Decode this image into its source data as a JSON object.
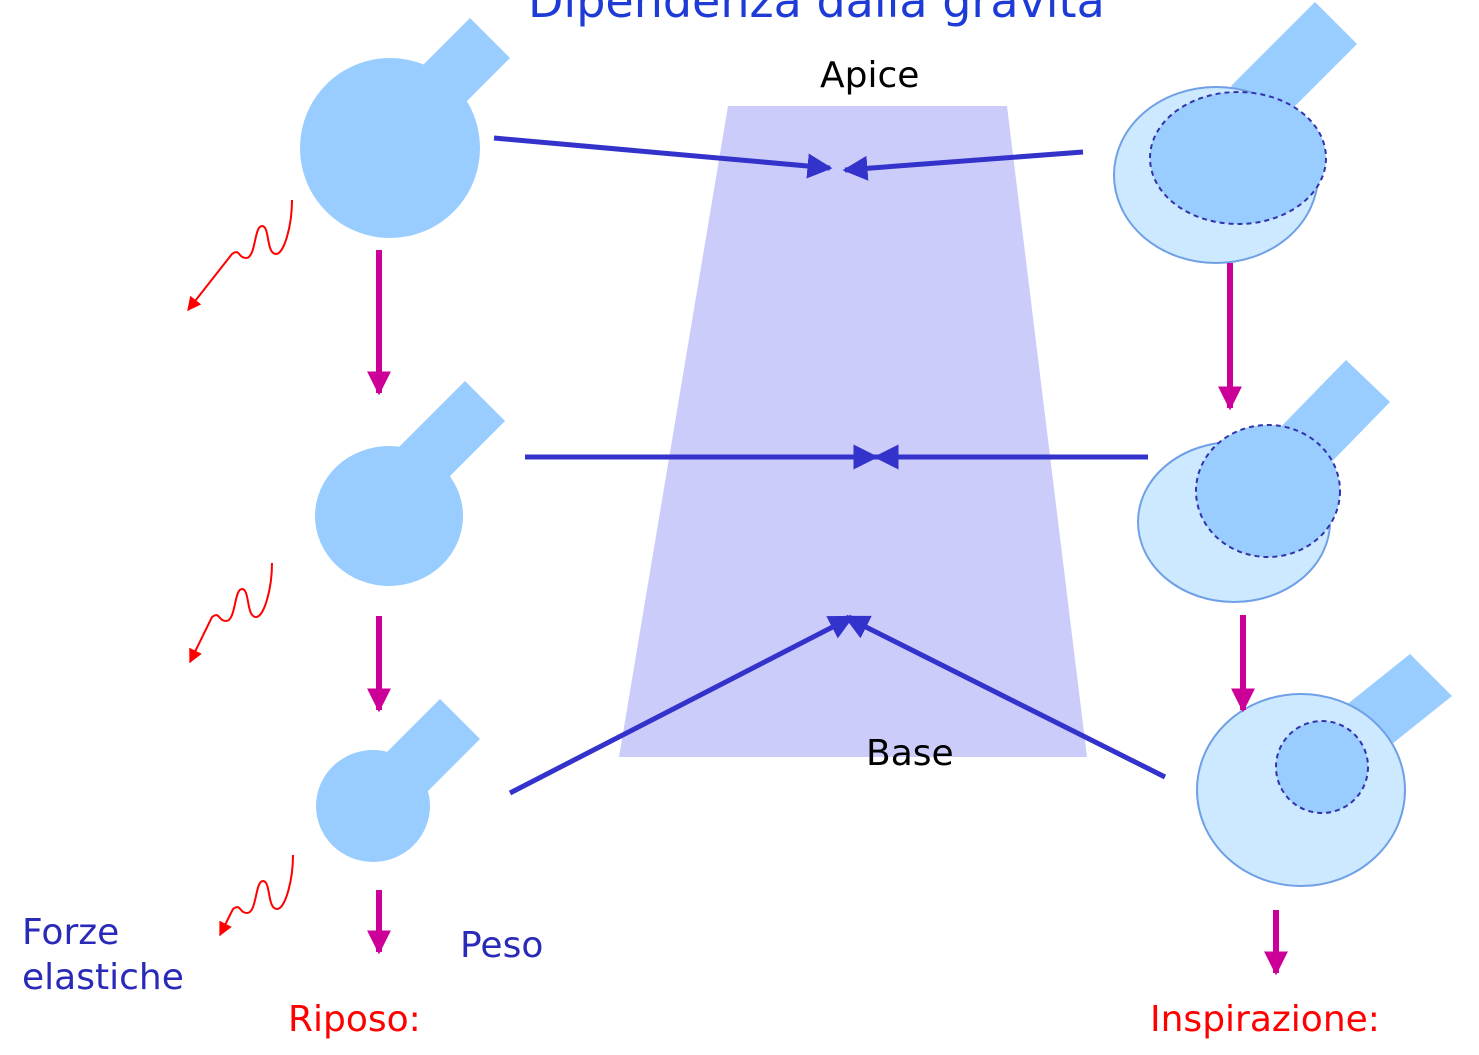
{
  "title": "Dipendenza dalla gravità",
  "labels": {
    "apex": "Apice",
    "base": "Base",
    "weight": "Peso",
    "elastic_forces": "Forze elastiche",
    "rest": "Riposo:",
    "inspiration": "Inspirazione:"
  },
  "colors": {
    "lung_trapezoid": "#ccccfa",
    "alveolus_fill": "#99ccff",
    "alveolus_expanded_fill": "#cce9ff",
    "alveolus_outline": "#6f9fe6",
    "pointer_arrow": "#3333cc",
    "gravity_arrow": "#cc0099",
    "elastic_arrow": "#ff0000",
    "label_blue": "#2a2ab8",
    "label_red": "#ff0000"
  }
}
